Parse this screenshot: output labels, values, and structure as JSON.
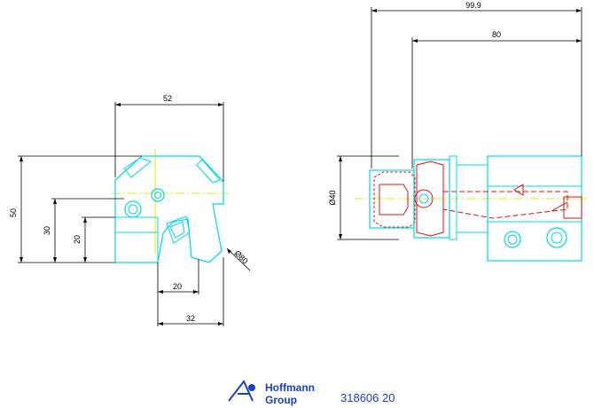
{
  "dimensions": {
    "front_width": "52",
    "front_height": "50",
    "front_mid_height": "30",
    "front_low_height": "20",
    "front_bottom_width_small": "20",
    "front_bottom_width_large": "32",
    "front_diameter": "Ø80",
    "side_total_length": "99.9",
    "side_body_length": "80",
    "side_diameter": "Ø40"
  },
  "logo": {
    "line1": "Hoffmann",
    "line2": "Group"
  },
  "part_number": "318606 20",
  "colors": {
    "outline": "#00d8e8",
    "hidden": "#e01010",
    "center": "#e8e800",
    "dimension": "#000000",
    "brand": "#1a3ecf"
  }
}
